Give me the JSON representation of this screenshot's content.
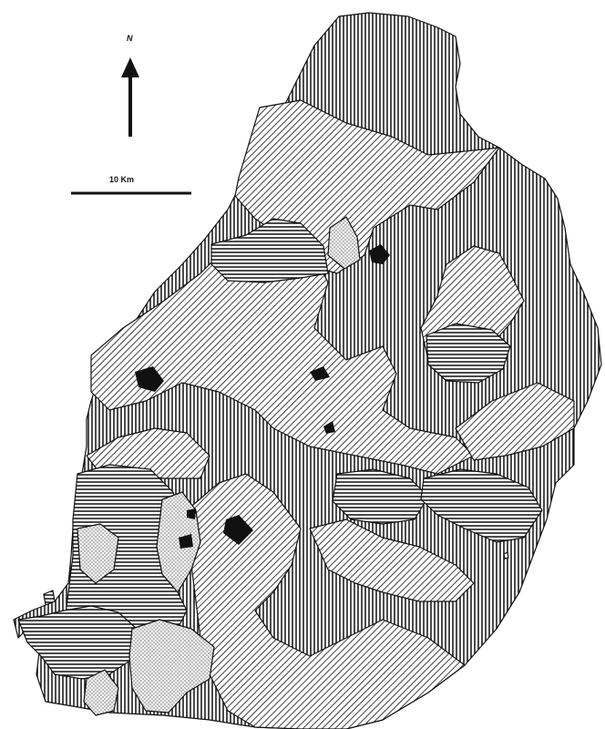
{
  "north_arrow": {
    "label": "N"
  },
  "scale_bar": {
    "label": "10 Km"
  },
  "legend_patterns": {
    "diagonal": "diagonal-hatch",
    "vertical": "vertical-hatch",
    "horizontal": "horizontal-hatch",
    "dotted": "stipple",
    "solid": "solid-black"
  },
  "colors": {
    "ink": "#111111",
    "paper": "#ffffff"
  }
}
